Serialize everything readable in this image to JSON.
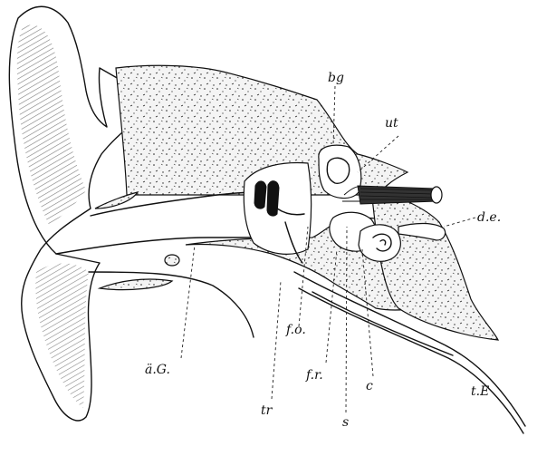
{
  "labels": {
    "bg": "bg",
    "ut": "ut",
    "de": "d.e.",
    "aG": "ä.G.",
    "tr": "tr",
    "fo": "f.o.",
    "fr": "f.r.",
    "s": "s",
    "c": "c",
    "tE": "t.E"
  }
}
